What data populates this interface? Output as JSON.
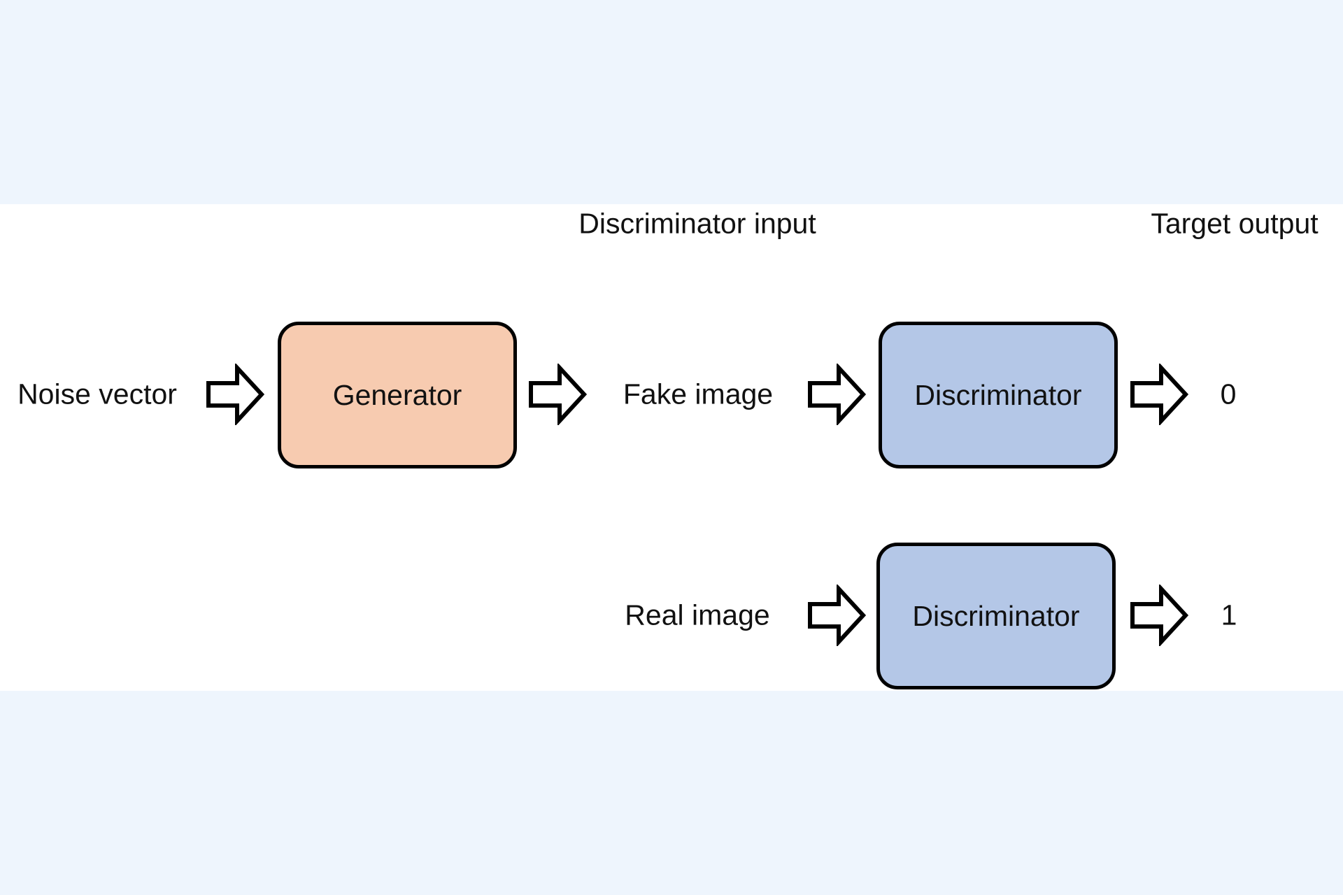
{
  "headers": {
    "discriminator_input": "Discriminator input",
    "target_output": "Target output"
  },
  "nodes": {
    "noise_vector": "Noise vector",
    "generator": "Generator",
    "fake_image": "Fake image",
    "discriminator_fake": "Discriminator",
    "output_fake": "0",
    "real_image": "Real image",
    "discriminator_real": "Discriminator",
    "output_real": "1"
  },
  "colors": {
    "generator_fill": "#f7cbb0",
    "discriminator_fill": "#b4c7e7",
    "page_background": "#eef5fd",
    "diagram_background": "#ffffff"
  },
  "icons": {
    "arrow": "right-arrow-icon"
  }
}
